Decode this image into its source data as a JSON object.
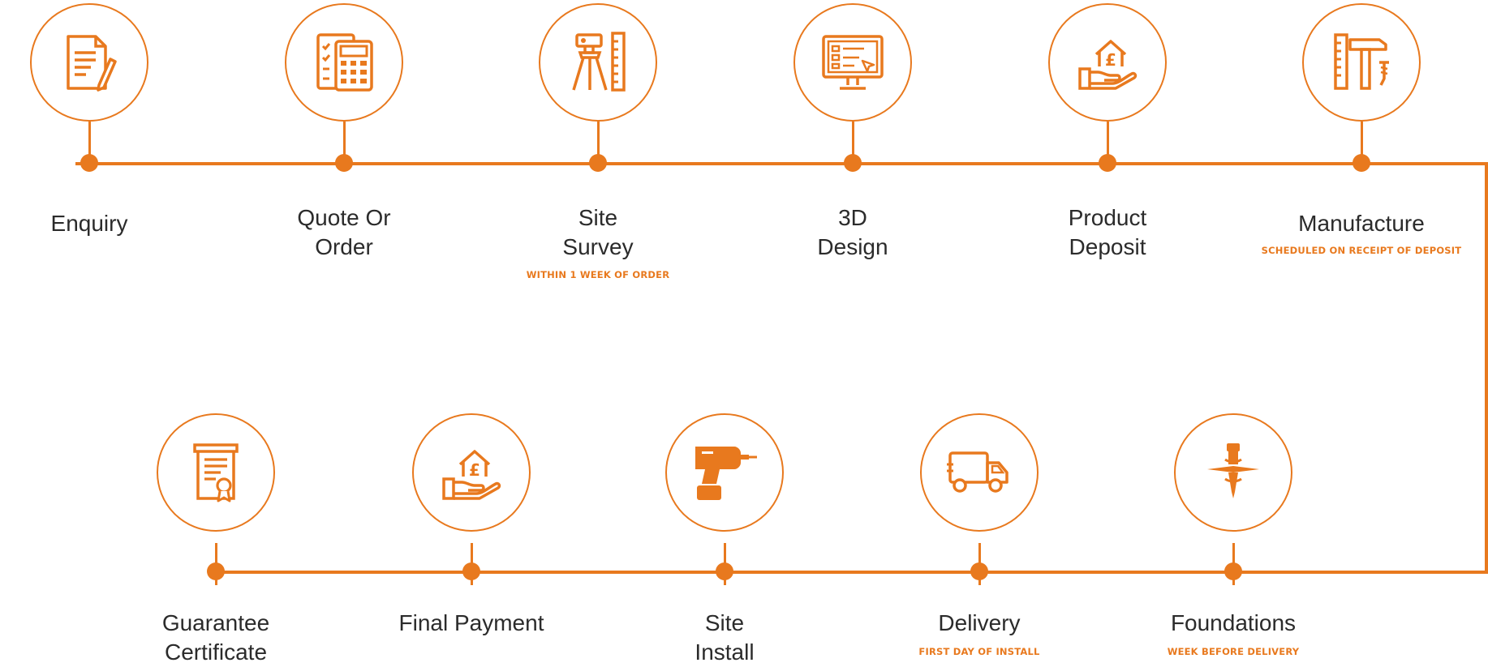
{
  "accent_color": "#E8791E",
  "row1": [
    {
      "key": "enquiry",
      "label": "Enquiry",
      "note": "",
      "icon": "document-pencil-icon"
    },
    {
      "key": "quote-order",
      "label": "Quote Or\nOrder",
      "note": "",
      "icon": "calculator-checklist-icon"
    },
    {
      "key": "site-survey",
      "label": "Site\nSurvey",
      "note": "WITHIN 1 WEEK OF ORDER",
      "icon": "surveyor-tripod-icon"
    },
    {
      "key": "3d-design",
      "label": "3D\nDesign",
      "note": "",
      "icon": "monitor-design-icon"
    },
    {
      "key": "product-deposit",
      "label": "Product\nDeposit",
      "note": "",
      "icon": "house-pound-hand-icon"
    },
    {
      "key": "manufacture",
      "label": "Manufacture",
      "note": "SCHEDULED ON RECEIPT OF DEPOSIT",
      "icon": "tools-hammer-icon"
    }
  ],
  "row2": [
    {
      "key": "guarantee-certificate",
      "label": "Guarantee\nCertificate",
      "note": "",
      "icon": "certificate-scroll-icon"
    },
    {
      "key": "final-payment",
      "label": "Final Payment",
      "note": "",
      "icon": "house-pound-hand-icon"
    },
    {
      "key": "site-install",
      "label": "Site\nInstall",
      "note": "",
      "icon": "power-drill-icon"
    },
    {
      "key": "delivery",
      "label": "Delivery",
      "note": "FIRST DAY OF INSTALL",
      "icon": "delivery-truck-icon"
    },
    {
      "key": "foundations",
      "label": "Foundations",
      "note": "WEEK BEFORE DELIVERY",
      "icon": "ground-screw-icon"
    }
  ]
}
